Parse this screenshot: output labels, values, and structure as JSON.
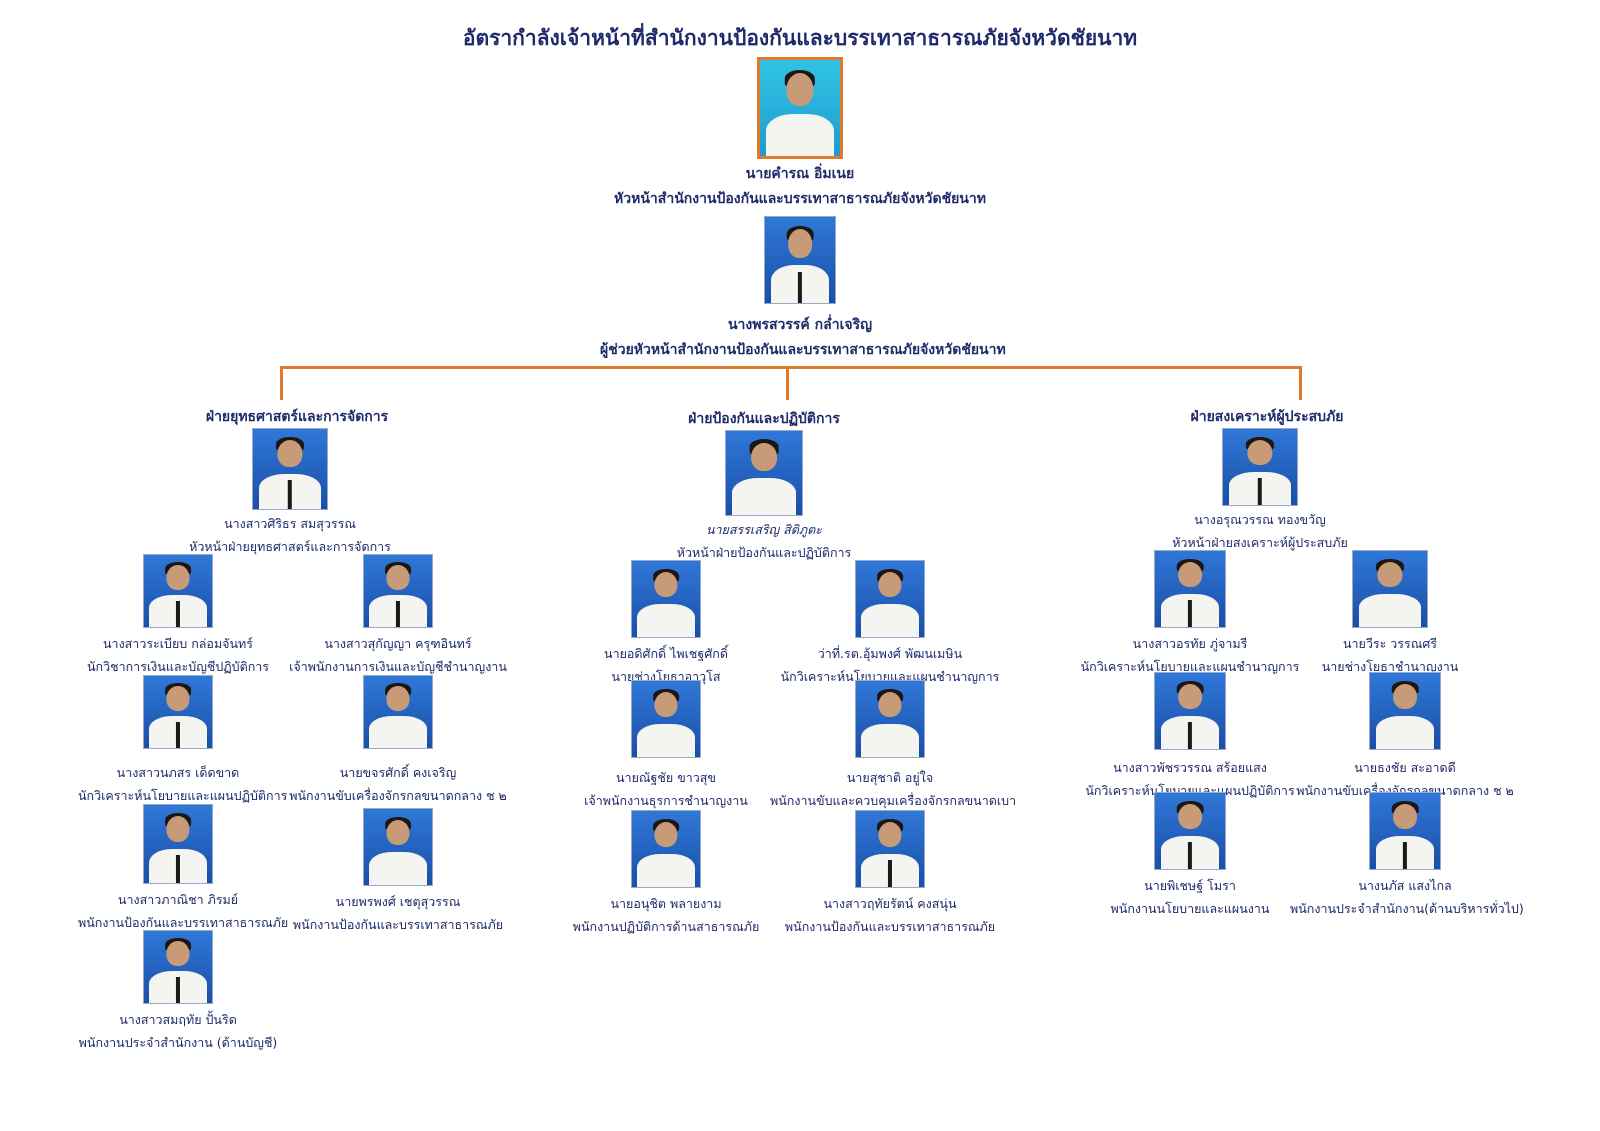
{
  "title": "อัตรากำลังเจ้าหน้าที่สำนักงานป้องกันและบรรเทาสาธารณภัยจังหวัดชัยนาท",
  "director": {
    "name": "นายคำรณ อิ่มเนย",
    "position": "หัวหน้าสำนักงานป้องกันและบรรเทาสาธารณภัยจังหวัดชัยนาท"
  },
  "deputy": {
    "name": "นางพรสวรรค์ กล่ำเจริญ",
    "position": "ผู้ช่วยหัวหน้าสำนักงานป้องกันและบรรเทาสาธารณภัยจังหวัดชัยนาท"
  },
  "departments": [
    {
      "title": "ฝ่ายยุทธศาสตร์และการจัดการ",
      "head": {
        "name": "นางสาวศิริธร สมสุวรรณ",
        "position": "หัวหน้าฝ่ายยุทธศาสตร์และการจัดการ"
      },
      "staff": [
        {
          "name": "นางสาวระเบียบ กล่อมจันทร์",
          "position": "นักวิชาการเงินและบัญชีปฏิบัติการ"
        },
        {
          "name": "นางสาวสุกัญญา ครุฑอินทร์",
          "position": "เจ้าพนักงานการเงินและบัญชีชำนาญงาน"
        },
        {
          "name": "นางสาวนภสร เด็ดขาด",
          "position": "นักวิเคราะห์นโยบายและแผนปฏิบัติการ"
        },
        {
          "name": "นายขจรศักดิ์ คงเจริญ",
          "position": "พนักงานขับเครื่องจักรกลขนาดกลาง ช ๒"
        },
        {
          "name": "นางสาวภาณิชา ภิรมย์",
          "position": "พนักงานป้องกันและบรรเทาสาธารณภัย"
        },
        {
          "name": "นายพรพงศ์ เชตุสุวรรณ",
          "position": "พนักงานป้องกันและบรรเทาสาธารณภัย"
        },
        {
          "name": "นางสาวสมฤทัย ปั้นริด",
          "position": "พนักงานประจำสำนักงาน (ด้านบัญชี)"
        }
      ]
    },
    {
      "title": "ฝ่ายป้องกันและปฏิบัติการ",
      "head": {
        "name": "นายสรรเสริญ สิติภูตะ",
        "position": "หัวหน้าฝ่ายป้องกันและปฏิบัติการ"
      },
      "staff": [
        {
          "name": "นายอดิศักดิ์ ไพเชฐศักดิ์",
          "position": "นายช่างโยธาอาวุโส"
        },
        {
          "name": "ว่าที่.รต.อุ้มพงศ์ พัฒนเมษิน",
          "position": "นักวิเคราะห์นโยบายและแผนชำนาญการ"
        },
        {
          "name": "นายณัฐชัย ขาวสุข",
          "position": "เจ้าพนักงานธุรการชำนาญงาน"
        },
        {
          "name": "นายสุชาติ อยู่ใจ",
          "position": "พนักงานขับและควบคุมเครื่องจักรกลขนาดเบา"
        },
        {
          "name": "นายอนุชิต พลายงาม",
          "position": "พนักงานปฏิบัติการด้านสาธารณภัย"
        },
        {
          "name": "นางสาวฤทัยรัตน์ คงสนุ่น",
          "position": "พนักงานป้องกันและบรรเทาสาธารณภัย"
        }
      ]
    },
    {
      "title": "ฝ่ายสงเคราะห์ผู้ประสบภัย",
      "head": {
        "name": "นางอรุณวรรณ ทองขวัญ",
        "position": "หัวหน้าฝ่ายสงเคราะห์ผู้ประสบภัย"
      },
      "staff": [
        {
          "name": "นางสาวอรทัย ภู่จามรี",
          "position": "นักวิเคราะห์นโยบายและแผนชำนาญการ"
        },
        {
          "name": "นายวีระ วรรณศรี",
          "position": "นายช่างโยธาชำนาญงาน"
        },
        {
          "name": "นางสาวพัชรวรรณ สร้อยแสง",
          "position": "นักวิเคราะห์นโยบายและแผนปฏิบัติการ"
        },
        {
          "name": "นายธงชัย สะอาดดี",
          "position": "พนักงานขับเครื่องจักรกลขนาดกลาง ช ๒"
        },
        {
          "name": "นายพิเชษฐ์ โมรา",
          "position": "พนักงานนโยบายและแผนงาน"
        },
        {
          "name": "นางนภัส แสงไกล",
          "position": "พนักงานประจำสำนักงาน(ด้านบริหารทั่วไป)"
        }
      ]
    }
  ]
}
